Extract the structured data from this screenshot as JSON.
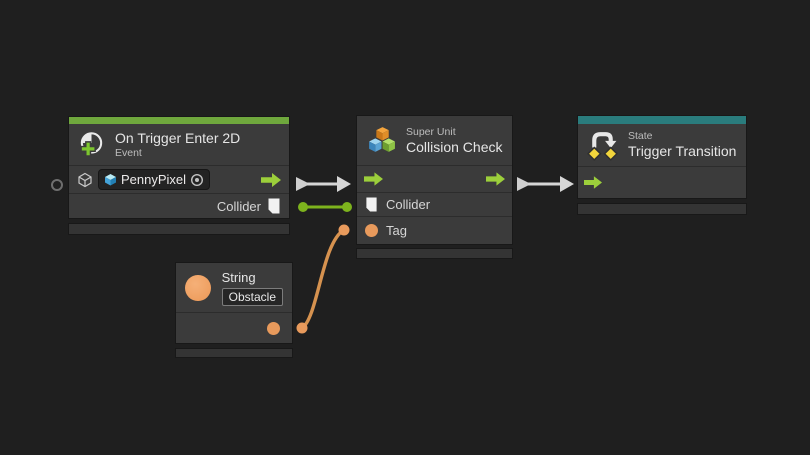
{
  "graph": {
    "nodes": {
      "on_trigger_enter_2d": {
        "title": "On Trigger Enter 2D",
        "subtitle": "Event",
        "target_value": "PennyPixel",
        "collider_out_label": "Collider"
      },
      "collision_check": {
        "subtitle": "Super Unit",
        "title": "Collision Check",
        "collider_in_label": "Collider",
        "tag_in_label": "Tag"
      },
      "trigger_transition": {
        "subtitle": "State",
        "title": "Trigger Transition"
      },
      "string_literal": {
        "title": "String",
        "value": "Obstacle"
      }
    },
    "colors": {
      "event_accent": "#6fa83d",
      "state_accent": "#2a7c7d",
      "flow_arrow_green": "#9ccf3b",
      "value_wire_green": "#7db31d",
      "value_orange": "#e89a5c",
      "flow_wire_white": "#d6d6d6",
      "canvas_bg": "#1f1f1f",
      "node_bg": "#3b3b3b"
    }
  }
}
